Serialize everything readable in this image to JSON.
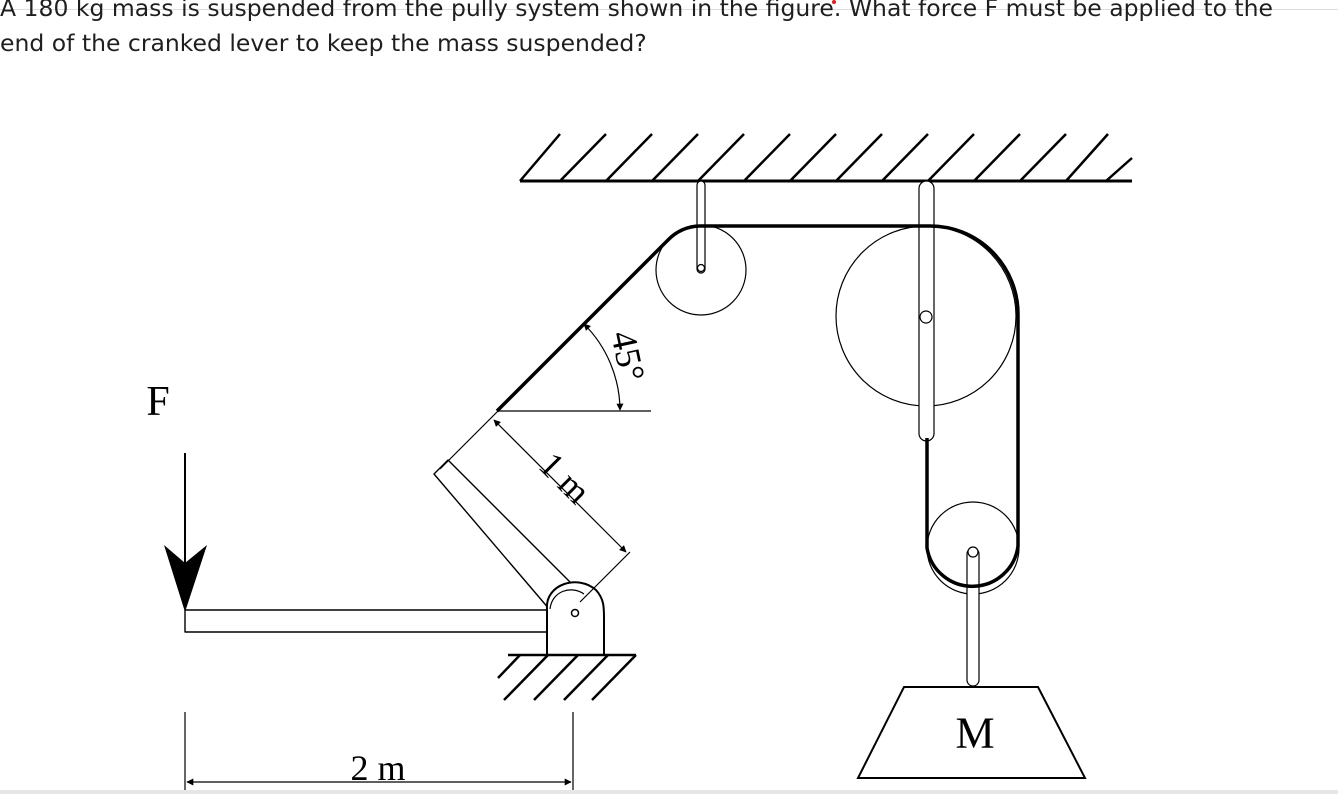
{
  "question": {
    "line1": "A 180 kg mass is suspended from the pully system shown in the figure. What force F must be applied to the",
    "line2": "end of the cranked lever to keep the mass suspended?"
  },
  "labels": {
    "force": "F",
    "angle": "45°",
    "arm_short": "1 m",
    "arm_long": "2 m",
    "mass": "M"
  },
  "colors": {
    "ink": "#000000",
    "text": "#1f1f1f",
    "marker": "#e02020"
  }
}
